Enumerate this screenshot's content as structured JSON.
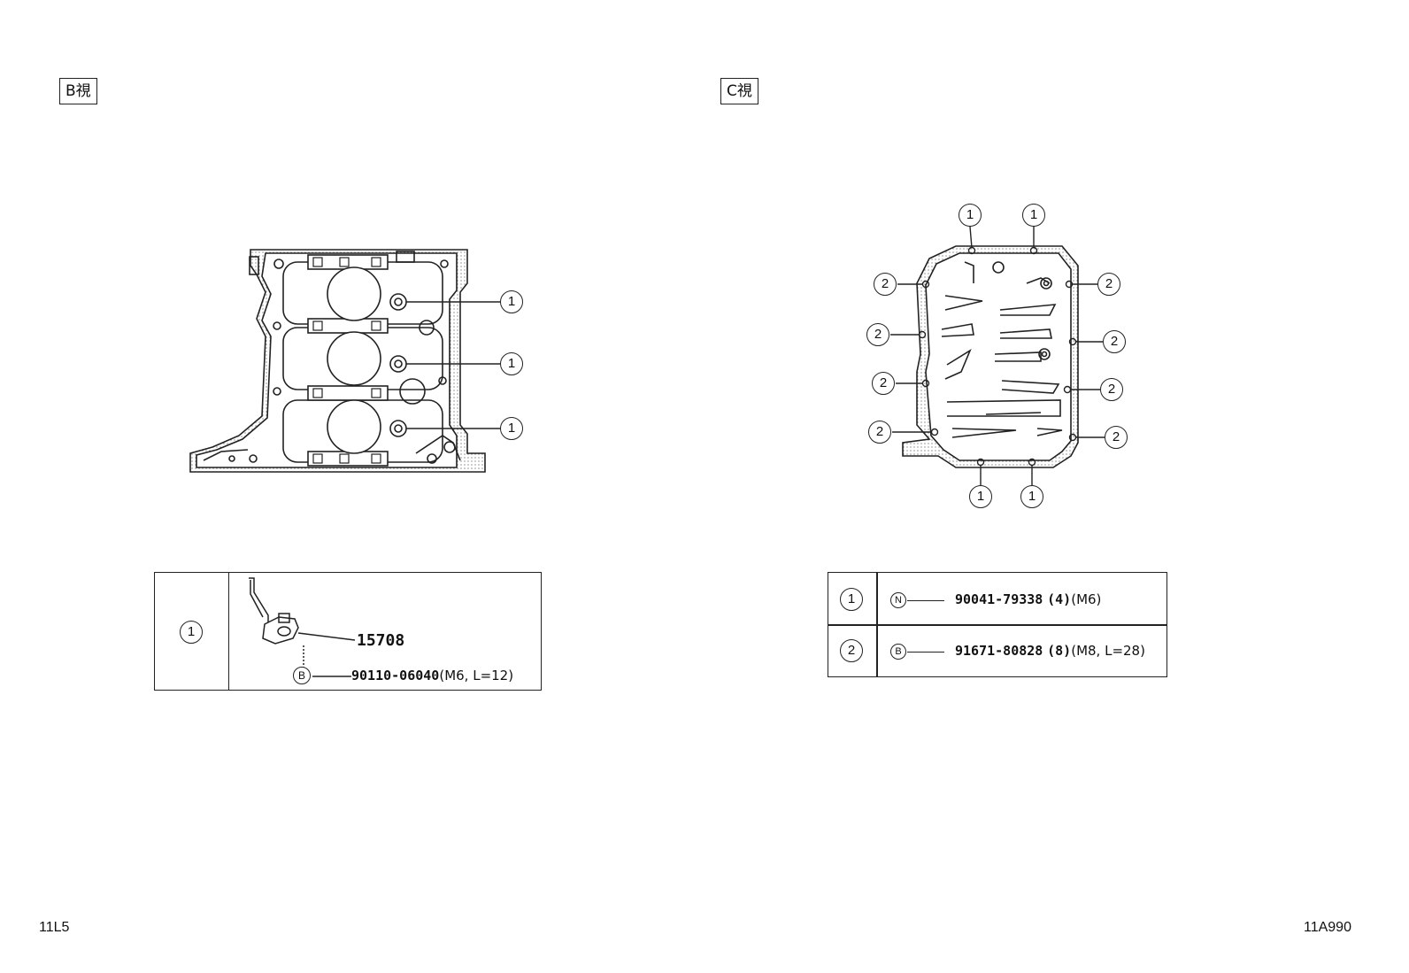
{
  "views": {
    "b": {
      "label": "B視"
    },
    "c": {
      "label": "C視"
    }
  },
  "callouts": {
    "ref1": "1",
    "ref2": "2"
  },
  "table_b": {
    "rows": [
      {
        "ref": "1",
        "part_number": "15708",
        "bolt_symbol": "B",
        "bolt_part": "90110-06040",
        "bolt_spec": "(M6, L=12)"
      }
    ]
  },
  "table_c": {
    "rows": [
      {
        "ref": "1",
        "symbol": "N",
        "part_number": "90041-79338",
        "qty": "(4)",
        "spec": "(M6)"
      },
      {
        "ref": "2",
        "symbol": "B",
        "part_number": "91671-80828",
        "qty": "(8)",
        "spec": "(M8, L=28)"
      }
    ]
  },
  "footer": {
    "left_code": "11L5",
    "right_code": "11A990"
  }
}
